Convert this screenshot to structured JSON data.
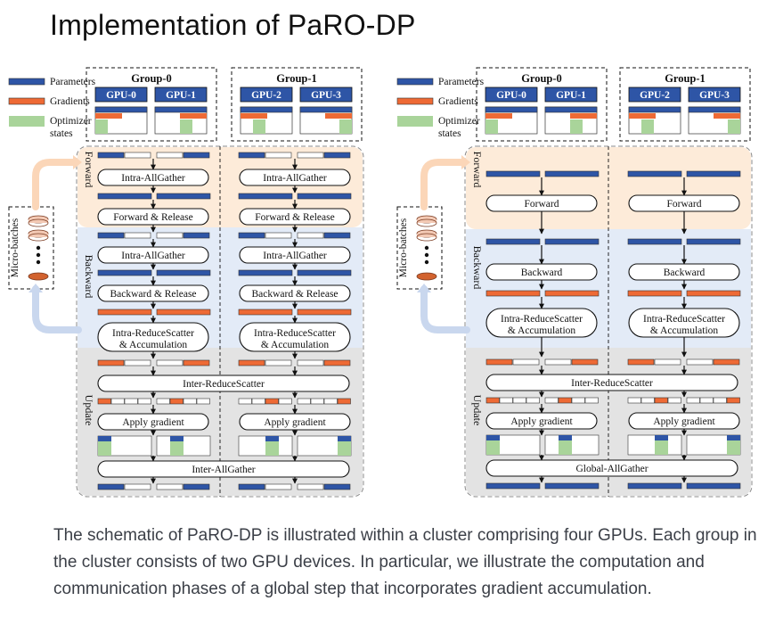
{
  "title": "Implementation of PaRO-DP",
  "caption": " The schematic of PaRO-DP is illustrated within a cluster comprising four GPUs. Each group in the cluster consists of two GPU devices. In particular, we illustrate the computation and communication phases of a global step that incorporates gradient accumulation.",
  "colors": {
    "parameters": "#2e55a6",
    "gradients": "#ee6a35",
    "optimizer": "#a9d49a",
    "forward_bg": "#fdebd9",
    "backward_bg": "#e3ebf7",
    "update_bg": "#e3e3e3"
  },
  "legend": {
    "parameters": "Parameters",
    "gradients": "Gradients",
    "optimizer_line1": "Optimizer",
    "optimizer_line2": "states"
  },
  "groups": {
    "g0": "Group-0",
    "g1": "Group-1"
  },
  "gpus": [
    "GPU-0",
    "GPU-1",
    "GPU-2",
    "GPU-3"
  ],
  "phases": {
    "forward": "Forward",
    "backward": "Backward",
    "update": "Update"
  },
  "micro_batches": "Micro-batches",
  "left_diagram": {
    "intra_allgather": "Intra-AllGather",
    "forward_release": "Forward & Release",
    "backward_release": "Backward & Release",
    "intra_rs_1": "Intra-ReduceScatter",
    "intra_rs_2": "& Accumulation",
    "inter_rs": "Inter-ReduceScatter",
    "apply_gradient": "Apply gradient",
    "inter_allgather": "Inter-AllGather"
  },
  "right_diagram": {
    "forward": "Forward",
    "backward": "Backward",
    "intra_rs_1": "Intra-ReduceScatter",
    "intra_rs_2": "& Accumulation",
    "inter_rs": "Inter-ReduceScatter",
    "apply_gradient": "Apply gradient",
    "global_allgather": "Global-AllGather"
  }
}
